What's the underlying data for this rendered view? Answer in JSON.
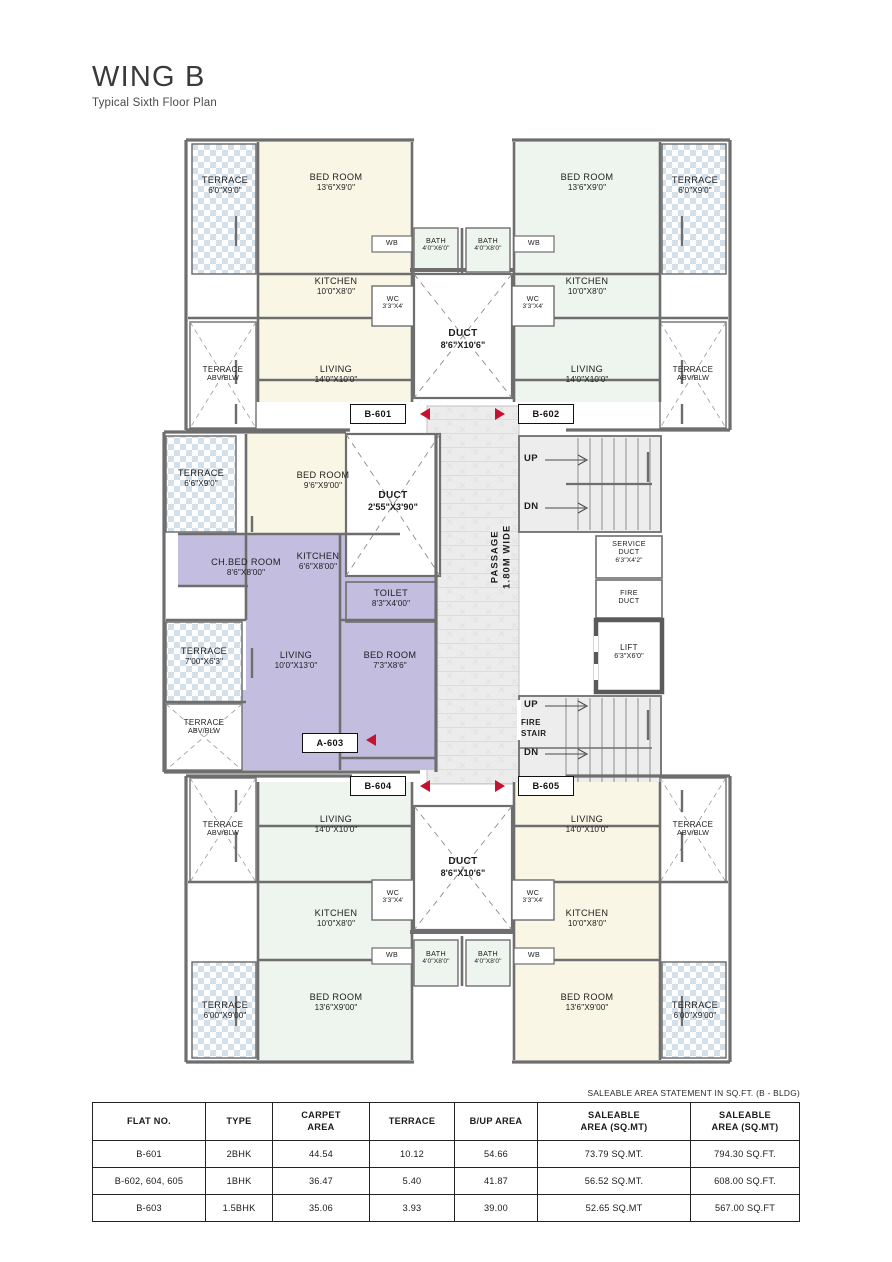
{
  "header": {
    "wing_title": "WING B",
    "subtitle": "Typical Sixth Floor Plan"
  },
  "colors": {
    "unit_cream": "#faf6e6",
    "unit_mint": "#eef4ee",
    "unit_purple": "#c3bee0",
    "terrace_tile": "#d6e2ea",
    "passage_gray": "#ededed",
    "wall": "#6e6e6e",
    "arrow_red": "#c41230",
    "lift_outline": "#5a5a5a"
  },
  "passage": {
    "line1": "PASSAGE",
    "line2": "1.80M WIDE"
  },
  "flat_tags": [
    {
      "id": "B-601",
      "label": "B-601"
    },
    {
      "id": "B-602",
      "label": "B-602"
    },
    {
      "id": "A-603",
      "label": "A-603"
    },
    {
      "id": "B-604",
      "label": "B-604"
    },
    {
      "id": "B-605",
      "label": "B-605"
    }
  ],
  "core": {
    "up_top": "UP",
    "dn_top": "DN",
    "up_bottom": "UP",
    "dn_bottom": "DN",
    "fire_stair_l1": "FIRE",
    "fire_stair_l2": "STAIR",
    "service_duct_name_l1": "SERVICE",
    "service_duct_name_l2": "DUCT",
    "service_duct_dim": "6'3\"X4'2\"",
    "fire_duct_l1": "FIRE",
    "fire_duct_l2": "DUCT",
    "lift_name": "LIFT",
    "lift_dim": "6'3\"X6'0\""
  },
  "rooms": {
    "b601": [
      {
        "name": "TERRACE",
        "dim": "6'0\"X9'0\""
      },
      {
        "name": "BED ROOM",
        "dim": "13'6\"X9'0\""
      },
      {
        "name": "KITCHEN",
        "dim": "10'0\"X8'0\""
      },
      {
        "name": "TERRACE",
        "dim": "ABV/BLW"
      },
      {
        "name": "LIVING",
        "dim": "14'0\"X10'0\""
      },
      {
        "name": "WB",
        "dim": ""
      },
      {
        "name": "BATH",
        "dim": "4'0\"X6'0\""
      },
      {
        "name": "WC",
        "dim": "3'3\"X4'"
      }
    ],
    "b602": [
      {
        "name": "BED ROOM",
        "dim": "13'6\"X9'0\""
      },
      {
        "name": "TERRACE",
        "dim": "6'0\"X9'0\""
      },
      {
        "name": "KITCHEN",
        "dim": "10'0\"X8'0\""
      },
      {
        "name": "LIVING",
        "dim": "14'0\"X10'0\""
      },
      {
        "name": "TERRACE",
        "dim": "ABV/BLW"
      },
      {
        "name": "WB",
        "dim": ""
      },
      {
        "name": "BATH",
        "dim": "4'0\"X8'0\""
      },
      {
        "name": "WC",
        "dim": "3'3\"X4'"
      }
    ],
    "a603": [
      {
        "name": "TERRACE",
        "dim": "6'6\"X9'0\""
      },
      {
        "name": "BED ROOM",
        "dim": "9'6\"X9'00\""
      },
      {
        "name": "CH.BED ROOM",
        "dim": "8'6\"X8'00\""
      },
      {
        "name": "KITCHEN",
        "dim": "6'6\"X8'00\""
      },
      {
        "name": "TOILET",
        "dim": "8'3\"X4'00\""
      },
      {
        "name": "TERRACE",
        "dim": "7'00\"X6'3\""
      },
      {
        "name": "LIVING",
        "dim": "10'0\"X13'0\""
      },
      {
        "name": "BED ROOM",
        "dim": "7'3\"X8'6\""
      },
      {
        "name": "TERRACE",
        "dim": "ABV/BLW"
      }
    ],
    "b604": [
      {
        "name": "TERRACE",
        "dim": "ABV/BLW"
      },
      {
        "name": "LIVING",
        "dim": "14'0\"X10'0\""
      },
      {
        "name": "KITCHEN",
        "dim": "10'0\"X8'0\""
      },
      {
        "name": "TERRACE",
        "dim": "6'00\"X9'00\""
      },
      {
        "name": "BED ROOM",
        "dim": "13'6\"X9'00\""
      },
      {
        "name": "WC",
        "dim": "3'3\"X4'"
      },
      {
        "name": "WB",
        "dim": ""
      },
      {
        "name": "BATH",
        "dim": "4'0\"X8'0\""
      }
    ],
    "b605": [
      {
        "name": "LIVING",
        "dim": "14'0\"X10'0\""
      },
      {
        "name": "TERRACE",
        "dim": "ABV/BLW"
      },
      {
        "name": "KITCHEN",
        "dim": "10'0\"X8'0\""
      },
      {
        "name": "BED ROOM",
        "dim": "13'6\"X9'00\""
      },
      {
        "name": "TERRACE",
        "dim": "6'00\"X9'00\""
      },
      {
        "name": "WC",
        "dim": "3'3\"X4'"
      },
      {
        "name": "WB",
        "dim": ""
      },
      {
        "name": "BATH",
        "dim": "4'0\"X8'0\""
      }
    ],
    "ducts": [
      {
        "name": "DUCT",
        "dim": "8'6\"X10'6\""
      },
      {
        "name": "DUCT",
        "dim": "2'55\"X3'90\""
      },
      {
        "name": "DUCT",
        "dim": "8'6\"X10'6\""
      }
    ]
  },
  "area_table": {
    "caption": "SALEABLE AREA STATEMENT IN SQ.FT. (B - BLDG)",
    "headers": [
      "FLAT NO.",
      "TYPE",
      "CARPET AREA",
      "TERRACE",
      "B/UP AREA",
      "SALEABLE AREA (SQ.MT)",
      "SALEABLE AREA (SQ.MT)"
    ],
    "headers_multiline": [
      [
        "FLAT NO."
      ],
      [
        "TYPE"
      ],
      [
        "CARPET",
        "AREA"
      ],
      [
        "TERRACE"
      ],
      [
        "B/UP AREA"
      ],
      [
        "SALEABLE",
        "AREA (SQ.MT)"
      ],
      [
        "SALEABLE",
        "AREA (SQ.MT)"
      ]
    ],
    "rows": [
      {
        "flat_no": "B-601",
        "type": "2BHK",
        "carpet_area": "44.54",
        "terrace": "10.12",
        "bup_area": "54.66",
        "saleable_sqmt": "73.79 SQ.MT.",
        "saleable_sqft": "794.30 SQ.FT."
      },
      {
        "flat_no": "B-602, 604, 605",
        "type": "1BHK",
        "carpet_area": "36.47",
        "terrace": "5.40",
        "bup_area": "41.87",
        "saleable_sqmt": "56.52 SQ.MT.",
        "saleable_sqft": "608.00 SQ.FT."
      },
      {
        "flat_no": "B-603",
        "type": "1.5BHK",
        "carpet_area": "35.06",
        "terrace": "3.93",
        "bup_area": "39.00",
        "saleable_sqmt": "52.65 SQ.MT",
        "saleable_sqft": "567.00 SQ.FT"
      }
    ]
  }
}
